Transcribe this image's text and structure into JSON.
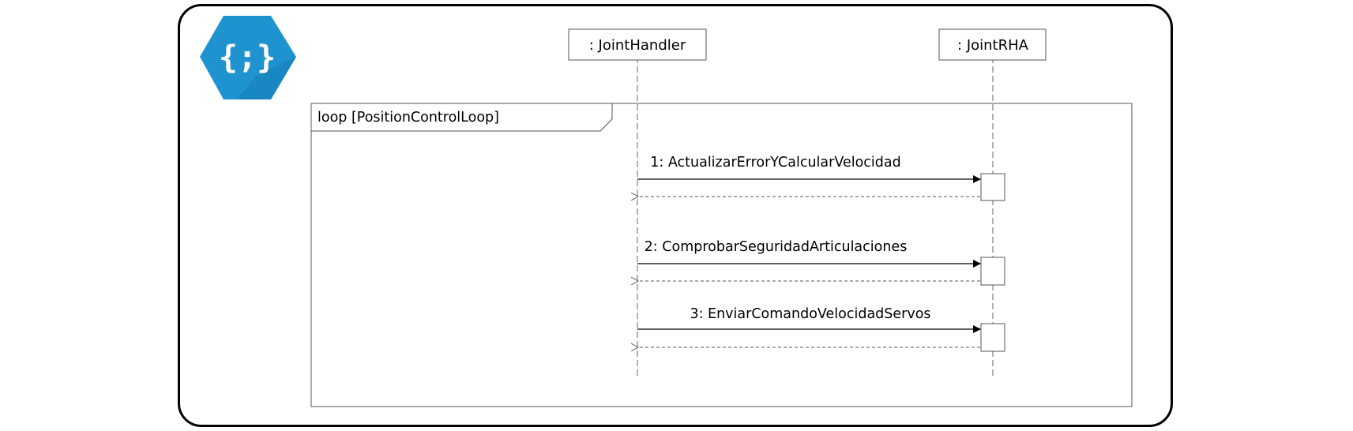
{
  "logo": {
    "glyph": "{;}",
    "icon": "code-braces-hexagon-icon",
    "color_main": "#1F93D0",
    "color_shade": "#1887C2"
  },
  "lifelines": [
    {
      "id": "jointhandler",
      "label": ": JointHandler"
    },
    {
      "id": "jointrha",
      "label": ": JointRHA"
    }
  ],
  "fragment": {
    "label": "loop [PositionControlLoop]"
  },
  "messages": [
    {
      "label": "1: ActualizarErrorYCalcularVelocidad"
    },
    {
      "label": "2: ComprobarSeguridadArticulaciones"
    },
    {
      "label": "3: EnviarComandoVelocidadServos"
    }
  ],
  "colors": {
    "line": "#000000",
    "lifeline_dash": "#666666",
    "return_dash": "#555555",
    "box_border": "#555555"
  }
}
